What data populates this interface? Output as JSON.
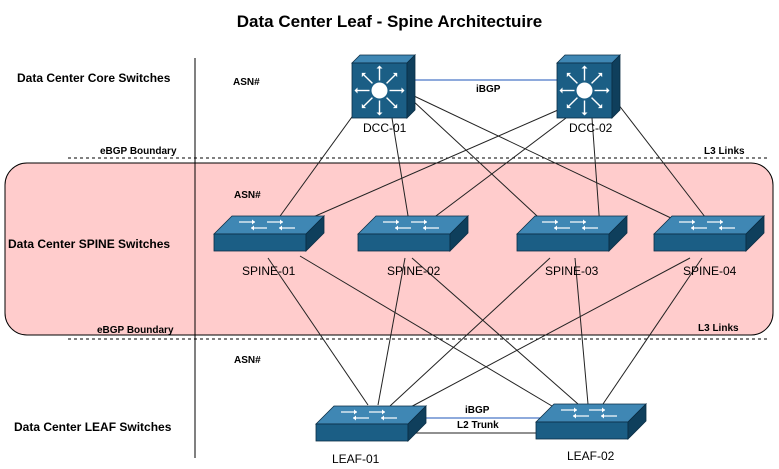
{
  "title": "Data Center Leaf - Spine Architectuire",
  "tiers": {
    "core": "Data Center Core Switches",
    "spine": "Data Center SPINE Switches",
    "leaf": "Data Center LEAF Switches"
  },
  "asn": {
    "core": "ASN#",
    "spine": "ASN#",
    "leaf": "ASN#"
  },
  "boundaries": {
    "upper_left": "eBGP Boundary",
    "upper_right": "L3 Links",
    "lower_left": "eBGP Boundary",
    "lower_right": "L3 Links"
  },
  "links": {
    "core_ibgp": "iBGP",
    "leaf_ibgp": "iBGP",
    "leaf_trunk": "L2 Trunk"
  },
  "nodes": {
    "dcc": [
      "DCC-01",
      "DCC-02"
    ],
    "spine": [
      "SPINE-01",
      "SPINE-02",
      "SPINE-03",
      "SPINE-04"
    ],
    "leaf": [
      "LEAF-01",
      "LEAF-02"
    ]
  },
  "colors": {
    "spine_zone_fill": "#ffcccc",
    "device_front": "#1b5e85",
    "device_top": "#3f87b4",
    "device_side": "#0f3f5c",
    "core_ibgp_link": "#4a78c8",
    "leaf_ibgp_link": "#4a78c8"
  }
}
